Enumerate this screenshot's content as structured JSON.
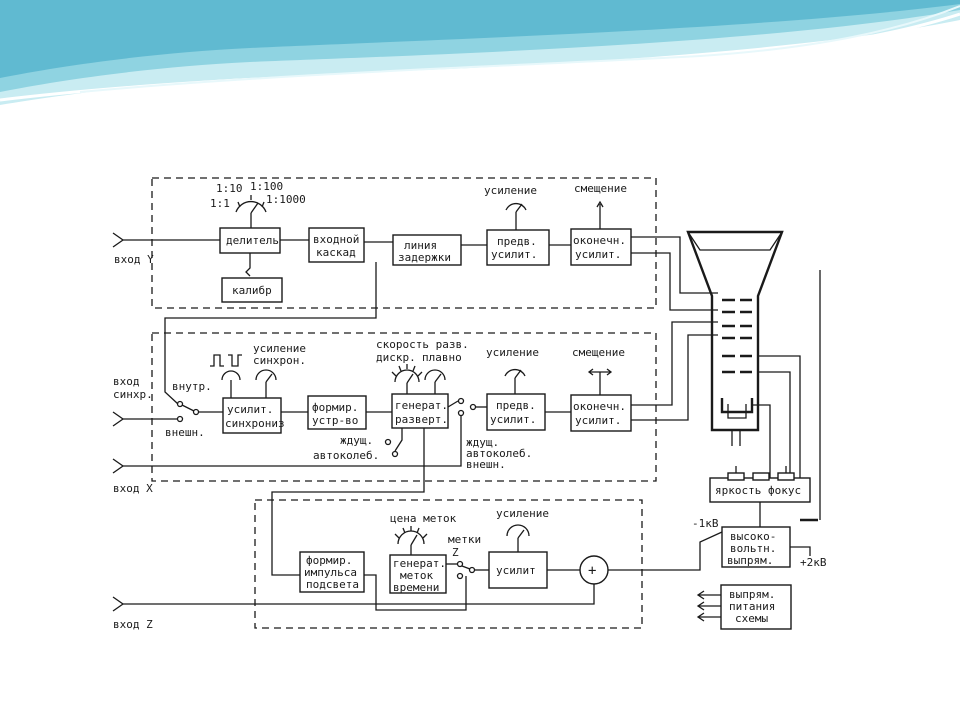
{
  "colors": {
    "banner_light": "#c9ecf2",
    "banner_mid": "#8fd3e1",
    "banner_dark": "#3aa6c4",
    "ink": "#1a1a1a"
  },
  "channel_y": {
    "input": "вход Y",
    "ratio_1_1": "1:1",
    "ratio_1_10": "1:10",
    "ratio_1_100": "1:100",
    "ratio_1_1000": "1:1000",
    "divider": "делитель",
    "input_stage": [
      "входной",
      "каскад"
    ],
    "delay_line": [
      "линия",
      "задержки"
    ],
    "preamp": [
      "предв.",
      "усилит."
    ],
    "final_amp": [
      "оконечн.",
      "усилит."
    ],
    "calibrator": "калибр",
    "gain": "усиление",
    "offset": "смещение"
  },
  "channel_x": {
    "sync_input": [
      "вход",
      "синхр."
    ],
    "internal": "внутр.",
    "external": "внешн.",
    "gain_sync": [
      "усиление",
      "синхрон."
    ],
    "sync_amp": [
      "усилит.",
      "синхрониз"
    ],
    "shaper": [
      "формир.",
      "устр-во"
    ],
    "sweep_gen": [
      "генерат.",
      "разверт."
    ],
    "sweep_speed": "скорость разв.",
    "discrete": "дискр.",
    "smooth": "плавно",
    "standby": "ждущ.",
    "auto": "автоколеб.",
    "standby2": "ждущ.",
    "auto2": "автоколеб.",
    "external2": "внешн.",
    "gain": "усиление",
    "preamp": [
      "предв.",
      "усилит."
    ],
    "offset": "смещение",
    "final_amp": [
      "оконечн.",
      "усилит."
    ],
    "input": "вход X"
  },
  "channel_z": {
    "marker_value": "цена меток",
    "markers": "метки",
    "gain": "усиление",
    "blank_shaper": [
      "формир.",
      "импульса",
      "подсвета"
    ],
    "marker_gen": [
      "генерат.",
      "меток",
      "времени"
    ],
    "amp": "усилит",
    "sum": "+",
    "input": "вход Z",
    "switch_tag": "Z"
  },
  "crt": {
    "brightness_focus": "яркость фокус",
    "hv_rect": [
      "высоко-",
      "вольтн.",
      "выпрям."
    ],
    "minus_hv": "-1кВ",
    "plus_hv": "+2кВ",
    "power_rect": [
      "выпрям.",
      "питания",
      "схемы"
    ]
  }
}
